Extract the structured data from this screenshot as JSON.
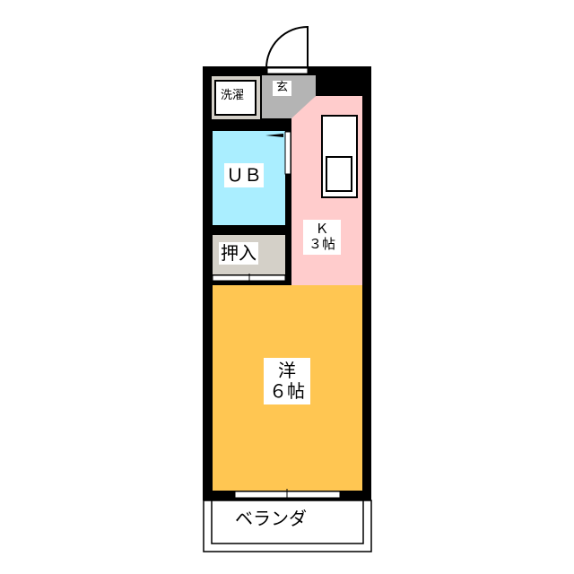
{
  "rooms": {
    "laundry": "洗濯",
    "entrance": "玄",
    "unit_bath": "ＵＢ",
    "closet": "押入",
    "kitchen": {
      "name": "Ｋ",
      "size": "３帖"
    },
    "western_room": {
      "name": "洋",
      "size": "６帖"
    },
    "balcony": "ベランダ"
  },
  "colors": {
    "wall": "#000000",
    "kitchen": "#ffcccc",
    "unit_bath": "#aaeeff",
    "western_room": "#ffc652",
    "closet": "#d4d0c8",
    "entrance": "#b4b4b4"
  }
}
